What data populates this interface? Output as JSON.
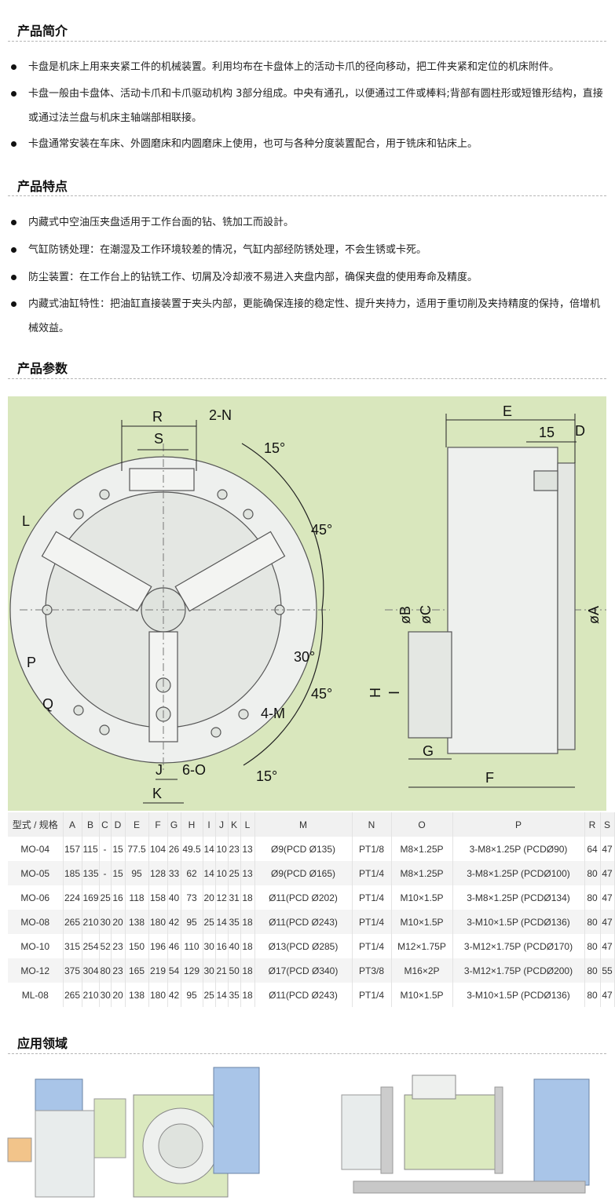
{
  "sections": {
    "intro": {
      "title": "产品简介",
      "bullets": [
        "卡盘是机床上用来夹紧工件的机械装置。利用均布在卡盘体上的活动卡爪的径向移动，把工件夹紧和定位的机床附件。",
        "卡盘一般由卡盘体、活动卡爪和卡爪驱动机构 3部分组成。中央有通孔，以便通过工件或棒料;背部有圆柱形或短锥形结构，直接或通过法兰盘与机床主轴端部相联接。",
        "卡盘通常安装在车床、外圆磨床和内圆磨床上使用，也可与各种分度装置配合，用于铣床和钻床上。"
      ]
    },
    "features": {
      "title": "产品特点",
      "bullets": [
        "内藏式中空油压夹盘适用于工作台面的钻、铣加工而設計。",
        "气缸防锈处理：在潮湿及工作环境较差的情况，气缸内部经防锈处理，不会生锈或卡死。",
        "防尘装置：在工作台上的钻铣工作、切屑及冷却液不易进入夹盘内部，确保夹盘的使用寿命及精度。",
        "内藏式油缸特性：把油缸直接装置于夹头内部，更能确保连接的稳定性、提升夹持力，适用于重切削及夹持精度的保持，倍增机械效益。"
      ]
    },
    "params": {
      "title": "产品参数"
    },
    "application": {
      "title": "应用领域"
    }
  },
  "diagram": {
    "labels": {
      "R": "R",
      "S": "S",
      "N": "2-N",
      "L": "L",
      "P": "P",
      "Q": "Q",
      "J": "J",
      "K": "K",
      "O": "6-O",
      "M": "4-M",
      "ang15a": "15°",
      "ang45a": "45°",
      "ang30": "30°",
      "ang45b": "45°",
      "ang15b": "15°",
      "E": "E",
      "D": "D",
      "d15": "15",
      "B": "øB",
      "C": "øC",
      "A": "øA",
      "H": "H",
      "I": "I",
      "G": "G",
      "F": "F"
    }
  },
  "table": {
    "headers": [
      "型式 / 规格",
      "A",
      "B",
      "C",
      "D",
      "E",
      "F",
      "G",
      "H",
      "I",
      "J",
      "K",
      "L",
      "M",
      "N",
      "O",
      "P",
      "R",
      "S"
    ],
    "rows": [
      [
        "MO-04",
        "157",
        "115",
        "-",
        "15",
        "77.5",
        "104",
        "26",
        "49.5",
        "14",
        "10",
        "23",
        "13",
        "Ø9(PCD Ø135)",
        "PT1/8",
        "M8×1.25P",
        "3-M8×1.25P (PCDØ90)",
        "64",
        "47"
      ],
      [
        "MO-05",
        "185",
        "135",
        "-",
        "15",
        "95",
        "128",
        "33",
        "62",
        "14",
        "10",
        "25",
        "13",
        "Ø9(PCD Ø165)",
        "PT1/4",
        "M8×1.25P",
        "3-M8×1.25P (PCDØ100)",
        "80",
        "47"
      ],
      [
        "MO-06",
        "224",
        "169",
        "25",
        "16",
        "118",
        "158",
        "40",
        "73",
        "20",
        "12",
        "31",
        "18",
        "Ø11(PCD Ø202)",
        "PT1/4",
        "M10×1.5P",
        "3-M8×1.25P (PCDØ134)",
        "80",
        "47"
      ],
      [
        "MO-08",
        "265",
        "210",
        "30",
        "20",
        "138",
        "180",
        "42",
        "95",
        "25",
        "14",
        "35",
        "18",
        "Ø11(PCD Ø243)",
        "PT1/4",
        "M10×1.5P",
        "3-M10×1.5P (PCDØ136)",
        "80",
        "47"
      ],
      [
        "MO-10",
        "315",
        "254",
        "52",
        "23",
        "150",
        "196",
        "46",
        "110",
        "30",
        "16",
        "40",
        "18",
        "Ø13(PCD Ø285)",
        "PT1/4",
        "M12×1.75P",
        "3-M12×1.75P (PCDØ170)",
        "80",
        "47"
      ],
      [
        "MO-12",
        "375",
        "304",
        "80",
        "23",
        "165",
        "219",
        "54",
        "129",
        "30",
        "21",
        "50",
        "18",
        "Ø17(PCD Ø340)",
        "PT3/8",
        "M16×2P",
        "3-M12×1.75P (PCDØ200)",
        "80",
        "55"
      ],
      [
        "ML-08",
        "265",
        "210",
        "30",
        "20",
        "138",
        "180",
        "42",
        "95",
        "25",
        "14",
        "35",
        "18",
        "Ø11(PCD Ø243)",
        "PT1/4",
        "M10×1.5P",
        "3-M10×1.5P (PCDØ136)",
        "80",
        "47"
      ]
    ]
  },
  "colors": {
    "diagram_bg": "#d9e7bd",
    "part_light": "#eef0ee",
    "app_green": "#dbe9bf",
    "app_blue": "#a9c5e8"
  }
}
